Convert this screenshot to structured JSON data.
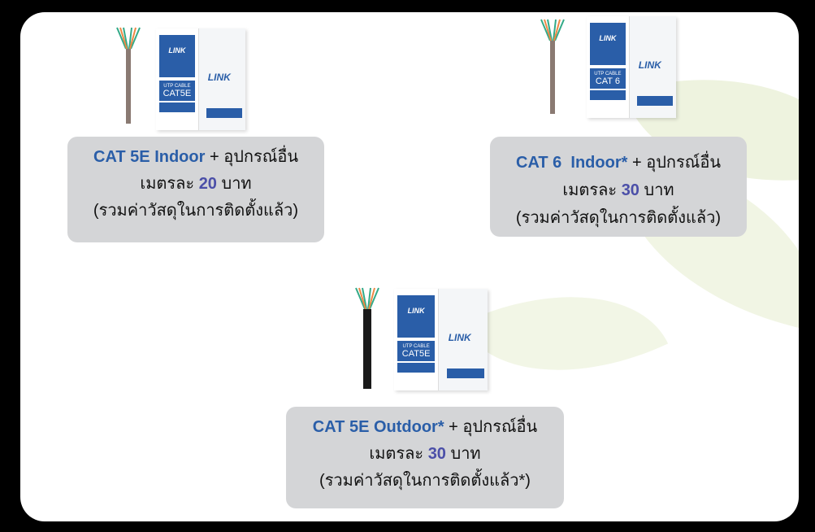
{
  "products": [
    {
      "title": "CAT 5E Indoor",
      "plus": " + อุปกรณ์อื่น",
      "price_prefix": "เมตรละ ",
      "price": "20",
      "price_suffix": " บาท",
      "note": "(รวมค่าวัสดุในการติดตั้งแล้ว)",
      "box": {
        "brand": "LINK",
        "cable_label": "UTP CABLE",
        "category": "CAT5E"
      },
      "cable_color": "#8a7a72"
    },
    {
      "title": "CAT 6  Indoor*",
      "plus": " + อุปกรณ์อื่น",
      "price_prefix": "เมตรละ ",
      "price": "30",
      "price_suffix": " บาท",
      "note": "(รวมค่าวัสดุในการติดตั้งแล้ว)",
      "box": {
        "brand": "LINK",
        "cable_label": "UTP CABLE",
        "category": "CAT 6"
      },
      "cable_color": "#8a7a72"
    },
    {
      "title": "CAT 5E Outdoor*",
      "plus": " + อุปกรณ์อื่น",
      "price_prefix": "เมตรละ ",
      "price": "30",
      "price_suffix": " บาท",
      "note": "(รวมค่าวัสดุในการติดตั้งแล้ว*)",
      "box": {
        "brand": "LINK",
        "cable_label": "UTP CABLE",
        "category": "CAT5E"
      },
      "cable_color": "#1a1a1a"
    }
  ],
  "colors": {
    "accent": "#2a5ea8",
    "price": "#4b4fa8",
    "card": "#d4d5d7"
  }
}
